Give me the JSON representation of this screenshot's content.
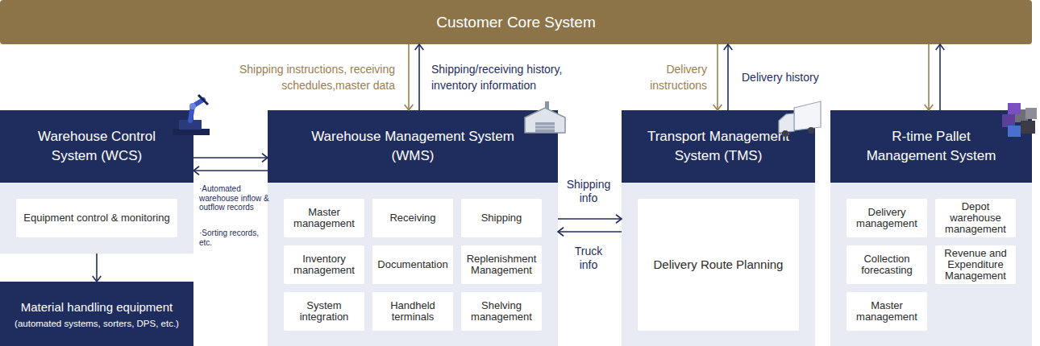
{
  "diagram": {
    "nodes": [
      {
        "text": [
          "Customer Core System"
        ]
      },
      {
        "text": [
          "Warehouse Control System (WCS)"
        ]
      },
      {
        "text": [
          "Equipment control & monitoring"
        ],
        "in": 1
      },
      {
        "text": [
          "Material handling equipment",
          "(automated systems, sorters, DPS, etc.)"
        ]
      },
      {
        "text": [
          "Warehouse Management System (WMS)"
        ]
      },
      {
        "text": [
          "Master management"
        ],
        "in": 4
      },
      {
        "text": [
          "Receiving"
        ],
        "in": 4
      },
      {
        "text": [
          "Shipping"
        ],
        "in": 4
      },
      {
        "text": [
          "Inventory management"
        ],
        "in": 4
      },
      {
        "text": [
          "Documentation"
        ],
        "in": 4
      },
      {
        "text": [
          "Replenishment Management"
        ],
        "in": 4
      },
      {
        "text": [
          "System integration"
        ],
        "in": 4
      },
      {
        "text": [
          "Handheld terminals"
        ],
        "in": 4
      },
      {
        "text": [
          "Shelving management"
        ],
        "in": 4
      },
      {
        "text": [
          "Transport Management System (TMS)"
        ]
      },
      {
        "text": [
          "Delivery Route Planning"
        ],
        "in": 14
      },
      {
        "text": [
          "R-time Pallet Management System"
        ]
      },
      {
        "text": [
          "Delivery management"
        ],
        "in": 16
      },
      {
        "text": [
          "Depot warehouse management"
        ],
        "in": 16
      },
      {
        "text": [
          "Collection forecasting"
        ],
        "in": 16
      },
      {
        "text": [
          "Revenue and Expenditure Management"
        ],
        "in": 16
      },
      {
        "text": [
          "Master management"
        ],
        "in": 16
      }
    ],
    "edges": [
      {
        "from": 0,
        "to": 4,
        "arrow": "to",
        "label": "Shipping instructions, receiving schedules,master data"
      },
      {
        "from": 4,
        "to": 0,
        "arrow": "to",
        "label": "Shipping/receiving history, inventory information"
      },
      {
        "from": 0,
        "to": 14,
        "arrow": "to",
        "label": "Delivery instructions"
      },
      {
        "from": 14,
        "to": 0,
        "arrow": "to",
        "label": "Delivery history"
      },
      {
        "from": 0,
        "to": 16,
        "arrow": "to"
      },
      {
        "from": 16,
        "to": 0,
        "arrow": "to"
      },
      {
        "from": 1,
        "to": 4,
        "arrow": "to"
      },
      {
        "from": 4,
        "to": 1,
        "arrow": "to"
      },
      {
        "from": 4,
        "to": 14,
        "arrow": "to",
        "label": "Shipping info"
      },
      {
        "from": 14,
        "to": 4,
        "arrow": "to",
        "label": "Truck info"
      },
      {
        "from": 1,
        "to": 3,
        "arrow": "to"
      }
    ],
    "labels": [
      "·Automated warehouse inflow & outflow records",
      "·Sorting records, etc."
    ]
  }
}
